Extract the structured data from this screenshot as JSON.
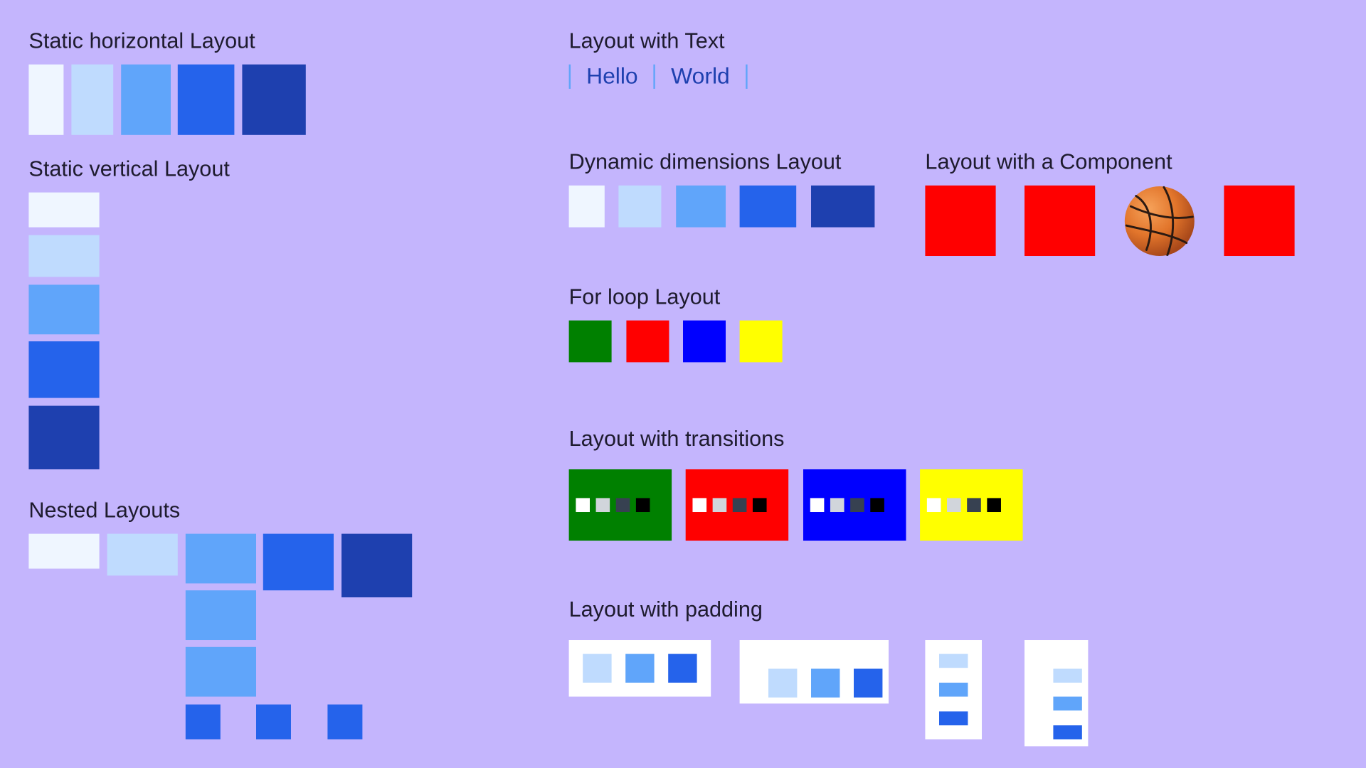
{
  "sections": {
    "static_horizontal": {
      "title": "Static horizontal Layout"
    },
    "static_vertical": {
      "title": "Static vertical Layout"
    },
    "nested": {
      "title": "Nested Layouts"
    },
    "with_text": {
      "title": "Layout with Text",
      "words": [
        "Hello",
        "World"
      ]
    },
    "dynamic": {
      "title": "Dynamic dimensions Layout"
    },
    "component": {
      "title": "Layout with a Component",
      "component_icon": "basketball-icon"
    },
    "for_loop": {
      "title": "For loop Layout",
      "colors": [
        "#008000",
        "#ff0000",
        "#0000ff",
        "#ffff00"
      ]
    },
    "transitions": {
      "title": "Layout with transitions",
      "colors": [
        "#008000",
        "#ff0000",
        "#0000ff",
        "#ffff00"
      ]
    },
    "padding": {
      "title": "Layout with padding"
    }
  },
  "palette": {
    "blue_50": "#eff6ff",
    "blue_200": "#bfdbfe",
    "blue_400": "#60a5fa",
    "blue_600": "#2563eb",
    "blue_800": "#1e40af",
    "background": "#c4b5fd"
  }
}
